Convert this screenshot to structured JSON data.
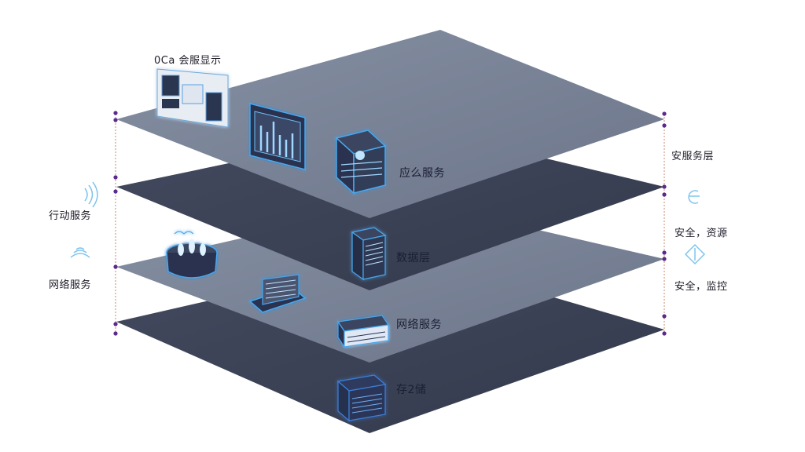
{
  "diagram": {
    "title": "0Ca 会服显示",
    "layers": [
      {
        "label": "应么服务"
      },
      {
        "label": "数据层"
      },
      {
        "label": "网络服务"
      },
      {
        "label": "存2储"
      }
    ],
    "left_labels": [
      {
        "text": "行动服务",
        "icon": "wifi-icon"
      },
      {
        "text": "网络服务",
        "icon": "wifi-icon"
      }
    ],
    "right_labels": [
      {
        "text": "安服务层",
        "icon": "none"
      },
      {
        "text": "安全，资源",
        "icon": "currency-icon"
      },
      {
        "text": "安全，监控",
        "icon": "diamond-icon"
      }
    ],
    "colors": {
      "layer_light": "#7b8496",
      "layer_dark": "#3a4053",
      "accent_cyan": "#4aa8ee",
      "connector": "#c98a6a",
      "node": "#5b2a8a"
    }
  }
}
